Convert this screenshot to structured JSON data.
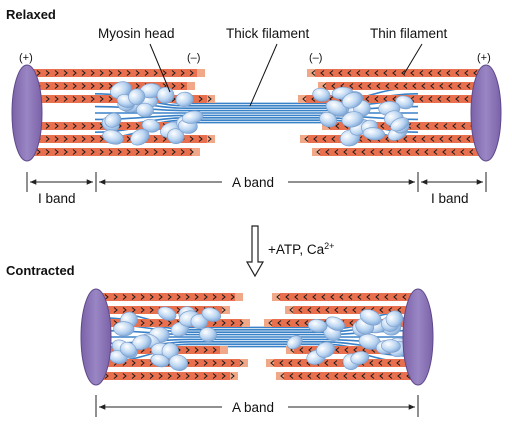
{
  "panels": {
    "relaxed": {
      "heading": "Relaxed"
    },
    "contracted": {
      "heading": "Contracted"
    }
  },
  "labels": {
    "myosin_head": "Myosin head",
    "thick_filament": "Thick filament",
    "thin_filament": "Thin filament",
    "plus": "(+)",
    "minus": "(–)",
    "a_band": "A band",
    "i_band": "I band"
  },
  "transition": {
    "text": "+ATP, Ca",
    "superscript": "2+"
  },
  "colors": {
    "thin_filament": "#e8704f",
    "thin_filament_end": "#f0a888",
    "z_disc": "#8e78b8",
    "thick_filament": "#3a82c8",
    "myosin_head": "#bcd6f2",
    "chevron": "#1a1a1a"
  }
}
